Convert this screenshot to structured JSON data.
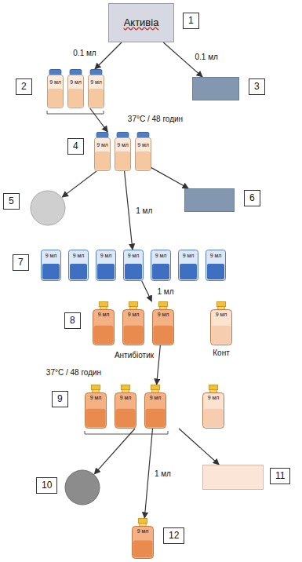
{
  "diagram": {
    "nodes": [
      {
        "text": [
          "Активіа",
          "1"
        ]
      },
      {
        "text": [
          "2"
        ]
      },
      {
        "text": [
          "9 мл"
        ],
        "in": 1
      },
      {
        "text": [
          "9 мл"
        ],
        "in": 1
      },
      {
        "text": [
          "9 мл"
        ],
        "in": 1
      },
      {
        "text": [
          "3"
        ]
      },
      {
        "text": [
          "4"
        ]
      },
      {
        "text": [
          "9 мл"
        ],
        "in": 6
      },
      {
        "text": [
          "9 мл"
        ],
        "in": 6
      },
      {
        "text": [
          "9 мл"
        ],
        "in": 6
      },
      {
        "text": [
          "5"
        ]
      },
      {
        "text": [
          "6"
        ]
      },
      {
        "text": [
          "7"
        ]
      },
      {
        "text": [
          "9 мл"
        ],
        "in": 12
      },
      {
        "text": [
          "9 мл"
        ],
        "in": 12
      },
      {
        "text": [
          "9 мл"
        ],
        "in": 12
      },
      {
        "text": [
          "9 мл"
        ],
        "in": 12
      },
      {
        "text": [
          "9 мл"
        ],
        "in": 12
      },
      {
        "text": [
          "9 мл"
        ],
        "in": 12
      },
      {
        "text": [
          "9 мл"
        ],
        "in": 12
      },
      {
        "text": [
          "8"
        ]
      },
      {
        "text": [
          "9 мл"
        ],
        "in": 20
      },
      {
        "text": [
          "9 мл"
        ],
        "in": 20
      },
      {
        "text": [
          "9 мл"
        ],
        "in": 20
      },
      {
        "text": [
          "9 мл",
          "Конт"
        ],
        "in": 20
      },
      {
        "text": [
          "9"
        ]
      },
      {
        "text": [
          "9 мл"
        ],
        "in": 25
      },
      {
        "text": [
          "9 мл"
        ],
        "in": 25
      },
      {
        "text": [
          "9 мл"
        ],
        "in": 25
      },
      {
        "text": [
          "9 мл"
        ],
        "in": 25
      },
      {
        "text": [
          "10"
        ]
      },
      {
        "text": [
          "11"
        ]
      },
      {
        "text": [
          "9 мл",
          "12"
        ]
      }
    ],
    "edges": [
      {
        "from": 0,
        "to": 1,
        "arrow": "to",
        "label": "0.1 мл"
      },
      {
        "from": 0,
        "to": 5,
        "arrow": "to",
        "label": "0.1 мл"
      },
      {
        "from": 1,
        "to": 6,
        "arrow": "to",
        "label": "37°C / 48 годин"
      },
      {
        "from": 6,
        "to": 10,
        "arrow": "to"
      },
      {
        "from": 6,
        "to": 11,
        "arrow": "to"
      },
      {
        "from": 6,
        "to": 12,
        "arrow": "to",
        "label": "1 мл"
      },
      {
        "from": 12,
        "to": 20,
        "arrow": "to",
        "label": "1 мл"
      },
      {
        "from": 20,
        "to": 25,
        "arrow": "to",
        "label": "37°C / 48 годин"
      },
      {
        "from": 25,
        "to": 30,
        "arrow": "to"
      },
      {
        "from": 25,
        "to": 31,
        "arrow": "to"
      },
      {
        "from": 25,
        "to": 32,
        "arrow": "to",
        "label": "1 мл"
      }
    ],
    "labels": [
      "Антибіотик"
    ]
  }
}
